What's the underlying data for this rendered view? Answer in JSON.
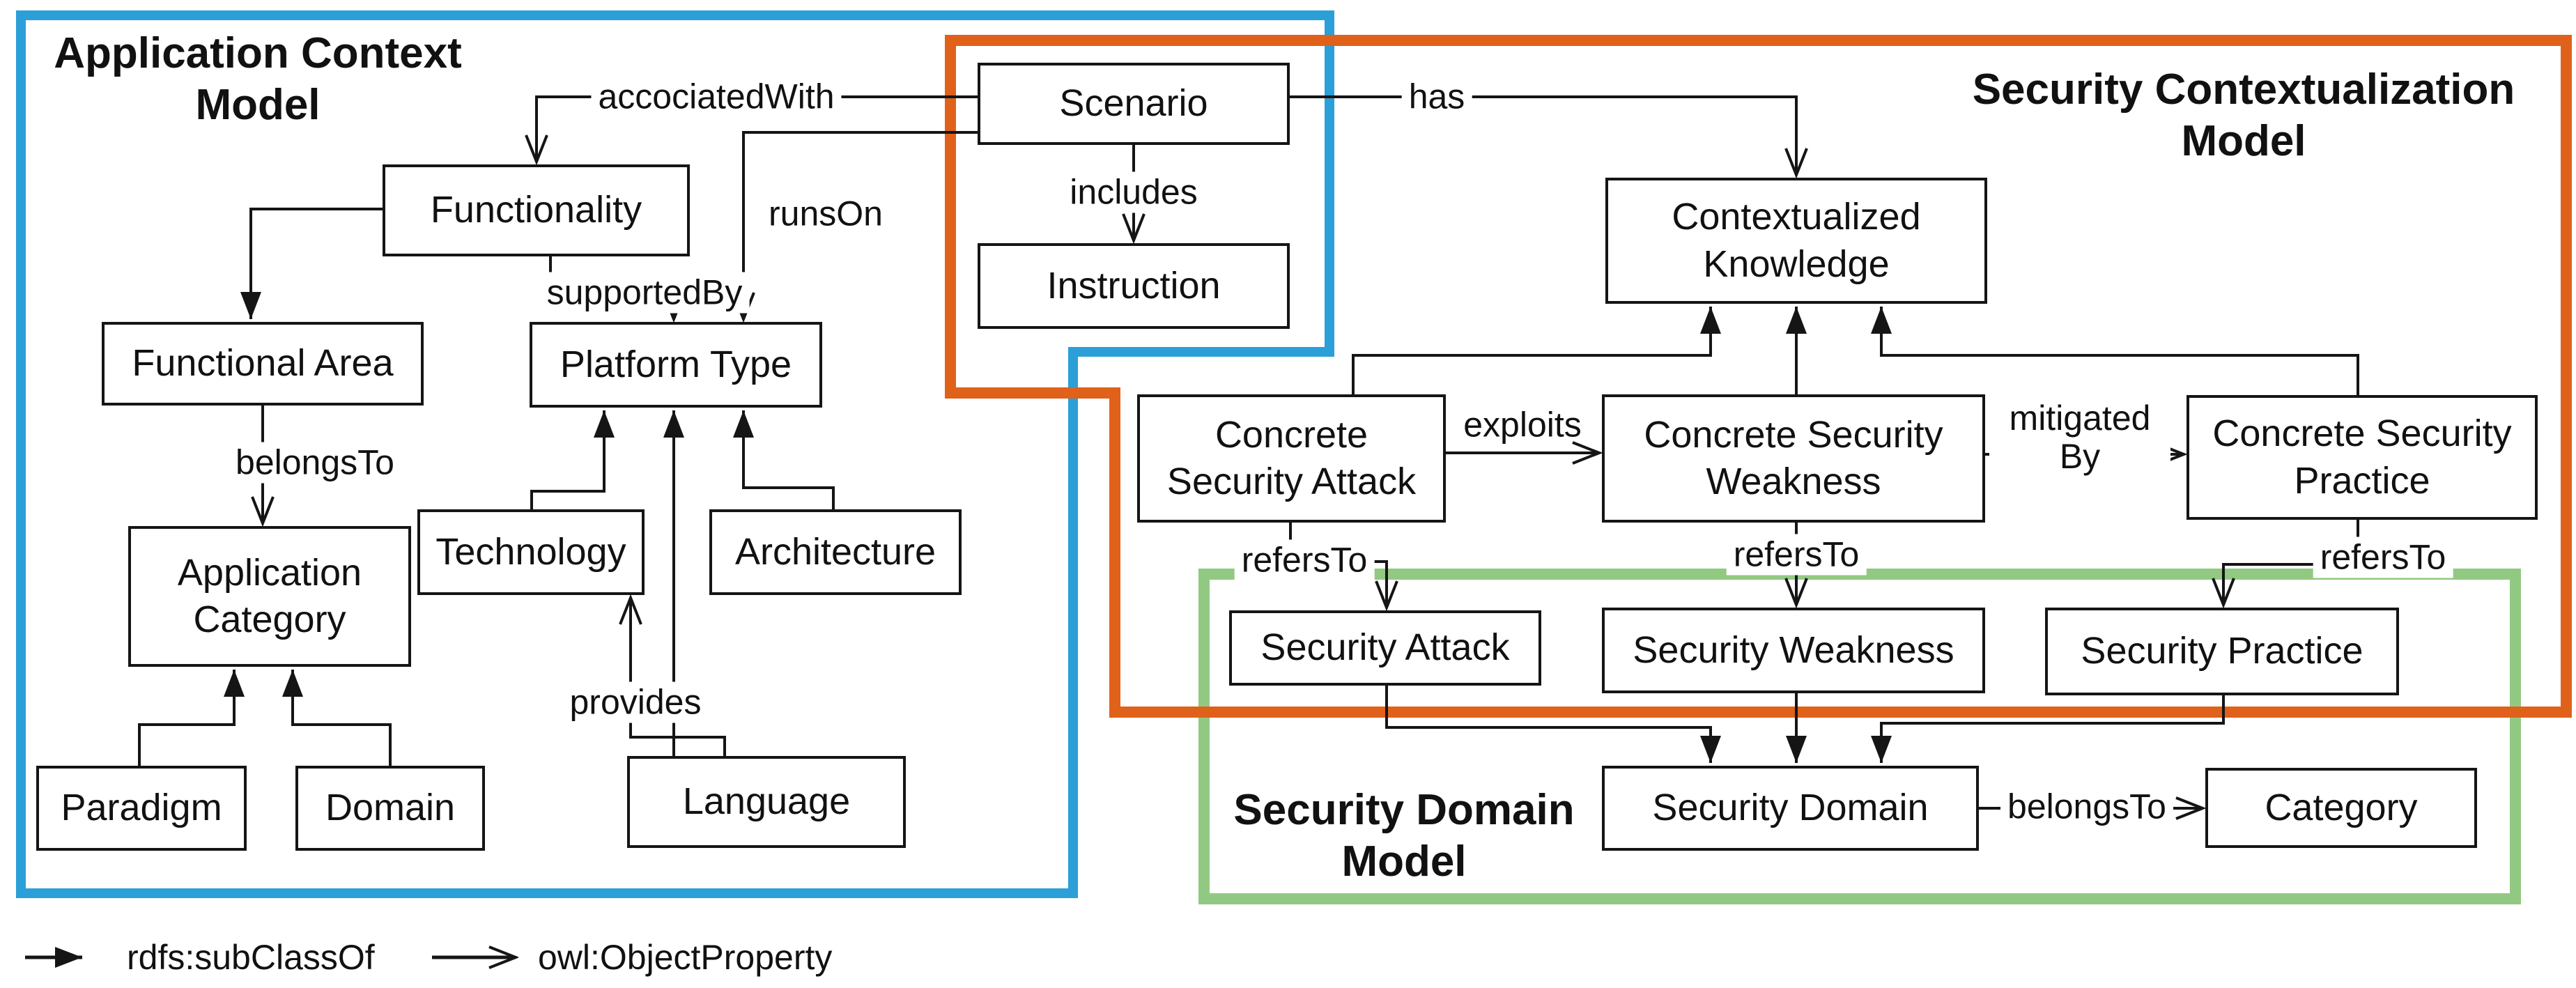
{
  "regions": {
    "application_context": {
      "title": "Application Context Model",
      "color": "#2b9fd7"
    },
    "security_contextualization": {
      "title": "Security Contextualization Model",
      "color": "#e0611a"
    },
    "security_domain": {
      "title": "Security Domain Model",
      "color": "#92c982"
    }
  },
  "nodes": {
    "functionality": {
      "label": "Functionality"
    },
    "functional_area": {
      "label": "Functional Area"
    },
    "application_category": {
      "label": "Application Category"
    },
    "paradigm": {
      "label": "Paradigm"
    },
    "domain": {
      "label": "Domain"
    },
    "technology": {
      "label": "Technology"
    },
    "platform_type": {
      "label": "Platform Type"
    },
    "architecture": {
      "label": "Architecture"
    },
    "language": {
      "label": "Language"
    },
    "scenario": {
      "label": "Scenario"
    },
    "instruction": {
      "label": "Instruction"
    },
    "contextualized_knowledge": {
      "label": "Contextualized Knowledge"
    },
    "concrete_security_attack": {
      "label": "Concrete Security Attack"
    },
    "concrete_security_weakness": {
      "label": "Concrete Security Weakness"
    },
    "concrete_security_practice": {
      "label": "Concrete Security Practice"
    },
    "security_attack": {
      "label": "Security Attack"
    },
    "security_weakness": {
      "label": "Security Weakness"
    },
    "security_practice": {
      "label": "Security Practice"
    },
    "security_domain": {
      "label": "Security Domain"
    },
    "category": {
      "label": "Category"
    }
  },
  "edge_labels": {
    "accociated_with": "accociatedWith",
    "runs_on": "runsOn",
    "includes": "includes",
    "supported_by": "supportedBy",
    "belongs_to": "belongsTo",
    "provides": "provides",
    "has": "has",
    "exploits": "exploits",
    "mitigated_by": "mitigated By",
    "refers_to_attack": "refersTo",
    "refers_to_weakness": "refersTo",
    "refers_to_practice": "refersTo",
    "belongs_to_category": "belongsTo"
  },
  "legend": {
    "subclass_label": "rdfs:subClassOf",
    "objectproperty_label": "owl:ObjectProperty"
  }
}
